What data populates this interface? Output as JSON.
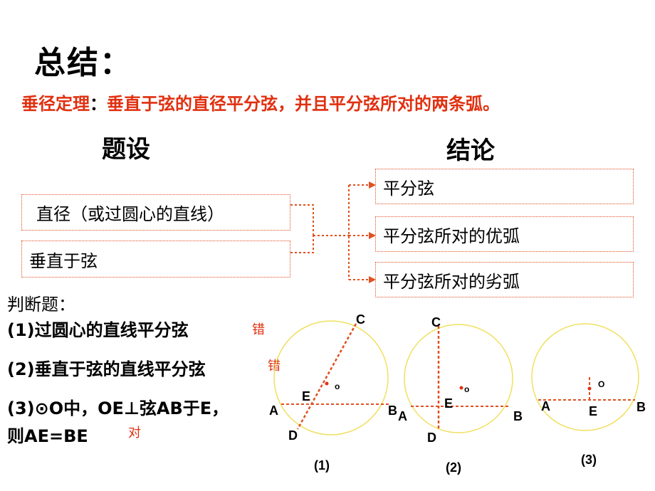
{
  "title": "总结：",
  "theorem": {
    "label": "垂径定理",
    "colon": "：",
    "text": "垂直于弦的直径平分弦，并且平分弦所对的两条弧。"
  },
  "headers": {
    "premise": "题设",
    "conclusion": "结论"
  },
  "premises": [
    "直径（或过圆心的直线）",
    "垂直于弦"
  ],
  "conclusions": [
    "平分弦",
    "平分弦所对的优弧",
    "平分弦所对的劣弧"
  ],
  "judgement": {
    "title": "判断题：",
    "q1": "(1)过圆心的直线平分弦",
    "q2": "(2)垂直于弦的直线平分弦",
    "q3_line1": "(3)⊙O中，OE⊥弦AB于E，",
    "q3_line2": "则AE=BE",
    "a1": "错",
    "a2": "错",
    "a3": "对"
  },
  "figures": {
    "fig1": {
      "C": "C",
      "D": "D",
      "E": "E",
      "A": "A",
      "B": "B",
      "O": "o",
      "caption": "(1)"
    },
    "fig2": {
      "C": "C",
      "D": "D",
      "E": "E",
      "A": "A",
      "B": "B",
      "O": "o",
      "caption": "(2)"
    },
    "fig3": {
      "E": "E",
      "A": "A",
      "B": "B",
      "O": "O",
      "caption": "(3)"
    }
  },
  "colors": {
    "accent": "#e03010",
    "connector": "#e05020",
    "circle": "#f0e060"
  }
}
